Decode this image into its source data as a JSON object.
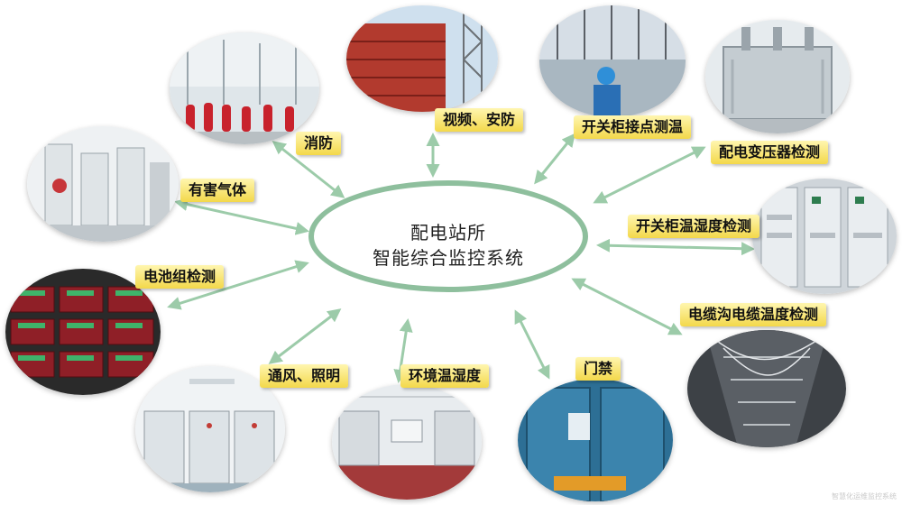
{
  "center": {
    "line1": "配电站所",
    "line2": "智能综合监控系统"
  },
  "nodes": [
    {
      "id": "fire",
      "label": "消防",
      "icon": "fire-protection-photo"
    },
    {
      "id": "video",
      "label": "视频、安防",
      "icon": "video-security-photo"
    },
    {
      "id": "switch-contact",
      "label": "开关柜接点测温",
      "icon": "switch-contact-photo"
    },
    {
      "id": "transformer",
      "label": "配电变压器检测",
      "icon": "transformer-photo"
    },
    {
      "id": "switch-humidity",
      "label": "开关柜温湿度检测",
      "icon": "switch-cabinet-photo"
    },
    {
      "id": "cable",
      "label": "电缆沟电缆温度检测",
      "icon": "cable-trench-photo"
    },
    {
      "id": "door",
      "label": "门禁",
      "icon": "access-door-photo"
    },
    {
      "id": "environment",
      "label": "环境温湿度",
      "icon": "environment-room-photo"
    },
    {
      "id": "ventilation",
      "label": "通风、照明",
      "icon": "ventilation-room-photo"
    },
    {
      "id": "battery",
      "label": "电池组检测",
      "icon": "battery-pack-photo"
    },
    {
      "id": "gas",
      "label": "有害气体",
      "icon": "gas-equipment-photo"
    }
  ],
  "colors": {
    "arrow": "#9ccba9",
    "hub_border": "#8ebf9d",
    "label_top": "#fff6b0",
    "label_bottom": "#f3d84a"
  },
  "footer": "智慧化运维监控系统"
}
